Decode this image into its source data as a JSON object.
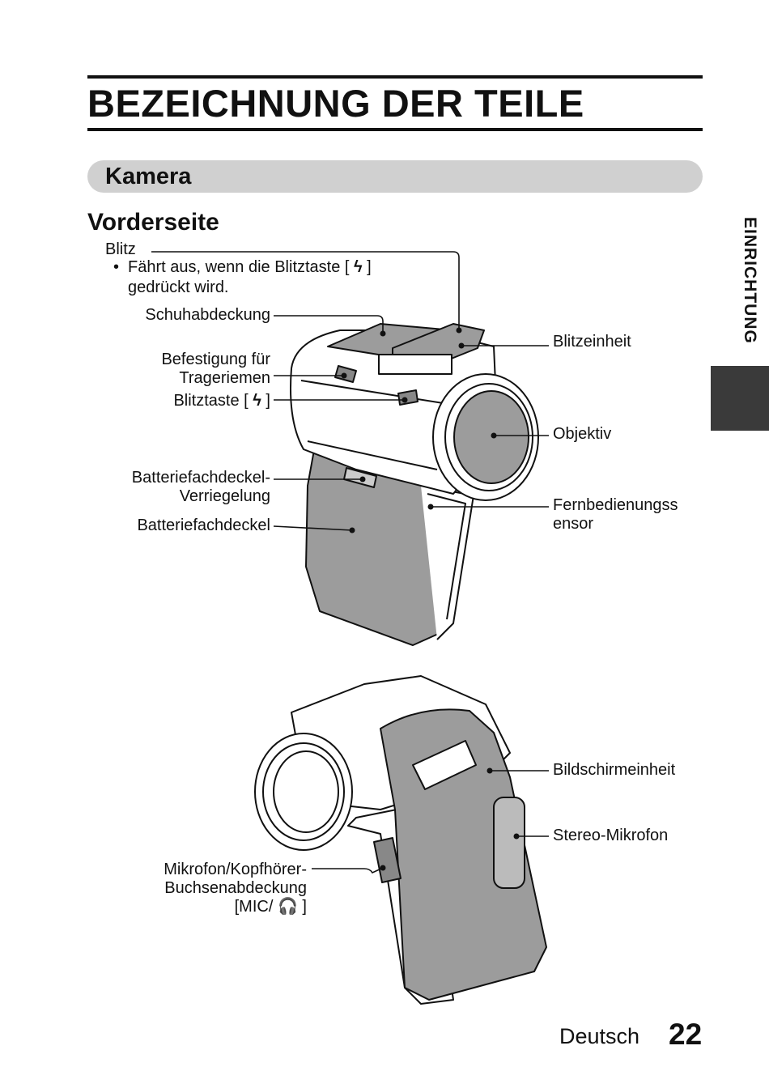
{
  "page": {
    "title": "BEZEICHNUNG DER TEILE",
    "section": "Kamera",
    "subsection": "Vorderseite",
    "side_tab": "EINRICHTUNG"
  },
  "front_labels": {
    "blitz": "Blitz",
    "blitz_note_line1": "Fährt aus, wenn die Blitztaste [ ",
    "blitz_note_line1_end": " ]",
    "blitz_note_line2": "gedrückt wird.",
    "schuhabdeckung": "Schuhabdeckung",
    "befestigung_line1": "Befestigung für",
    "befestigung_line2": "Trageriemen",
    "blitztaste_start": "Blitztaste [ ",
    "blitztaste_end": " ]",
    "batterie_verriegelung_line1": "Batteriefachdeckel-",
    "batterie_verriegelung_line2": "Verriegelung",
    "batteriefachdeckel": "Batteriefachdeckel",
    "blitzeinheit": "Blitzeinheit",
    "objektiv": "Objektiv",
    "fernbedienung_line1": "Fernbedienungss",
    "fernbedienung_line2": "ensor"
  },
  "back_labels": {
    "bildschirmeinheit": "Bildschirmeinheit",
    "stereo_mikrofon": "Stereo-Mikrofon",
    "mikrofon_line1": "Mikrofon/Kopfhörer-",
    "mikrofon_line2": "Buchsenabdeckung",
    "mikrofon_line3_start": "[MIC/ ",
    "mikrofon_line3_end": " ]"
  },
  "icons": {
    "flash": "flash-icon",
    "headphone": "headphone-icon"
  },
  "footer": {
    "language": "Deutsch",
    "page_number": "22"
  },
  "colors": {
    "text": "#111111",
    "section_bar": "#d0d0d0",
    "side_tab": "#3a3a3a",
    "camera_body": "#ffffff",
    "camera_grip": "#9c9c9c"
  }
}
